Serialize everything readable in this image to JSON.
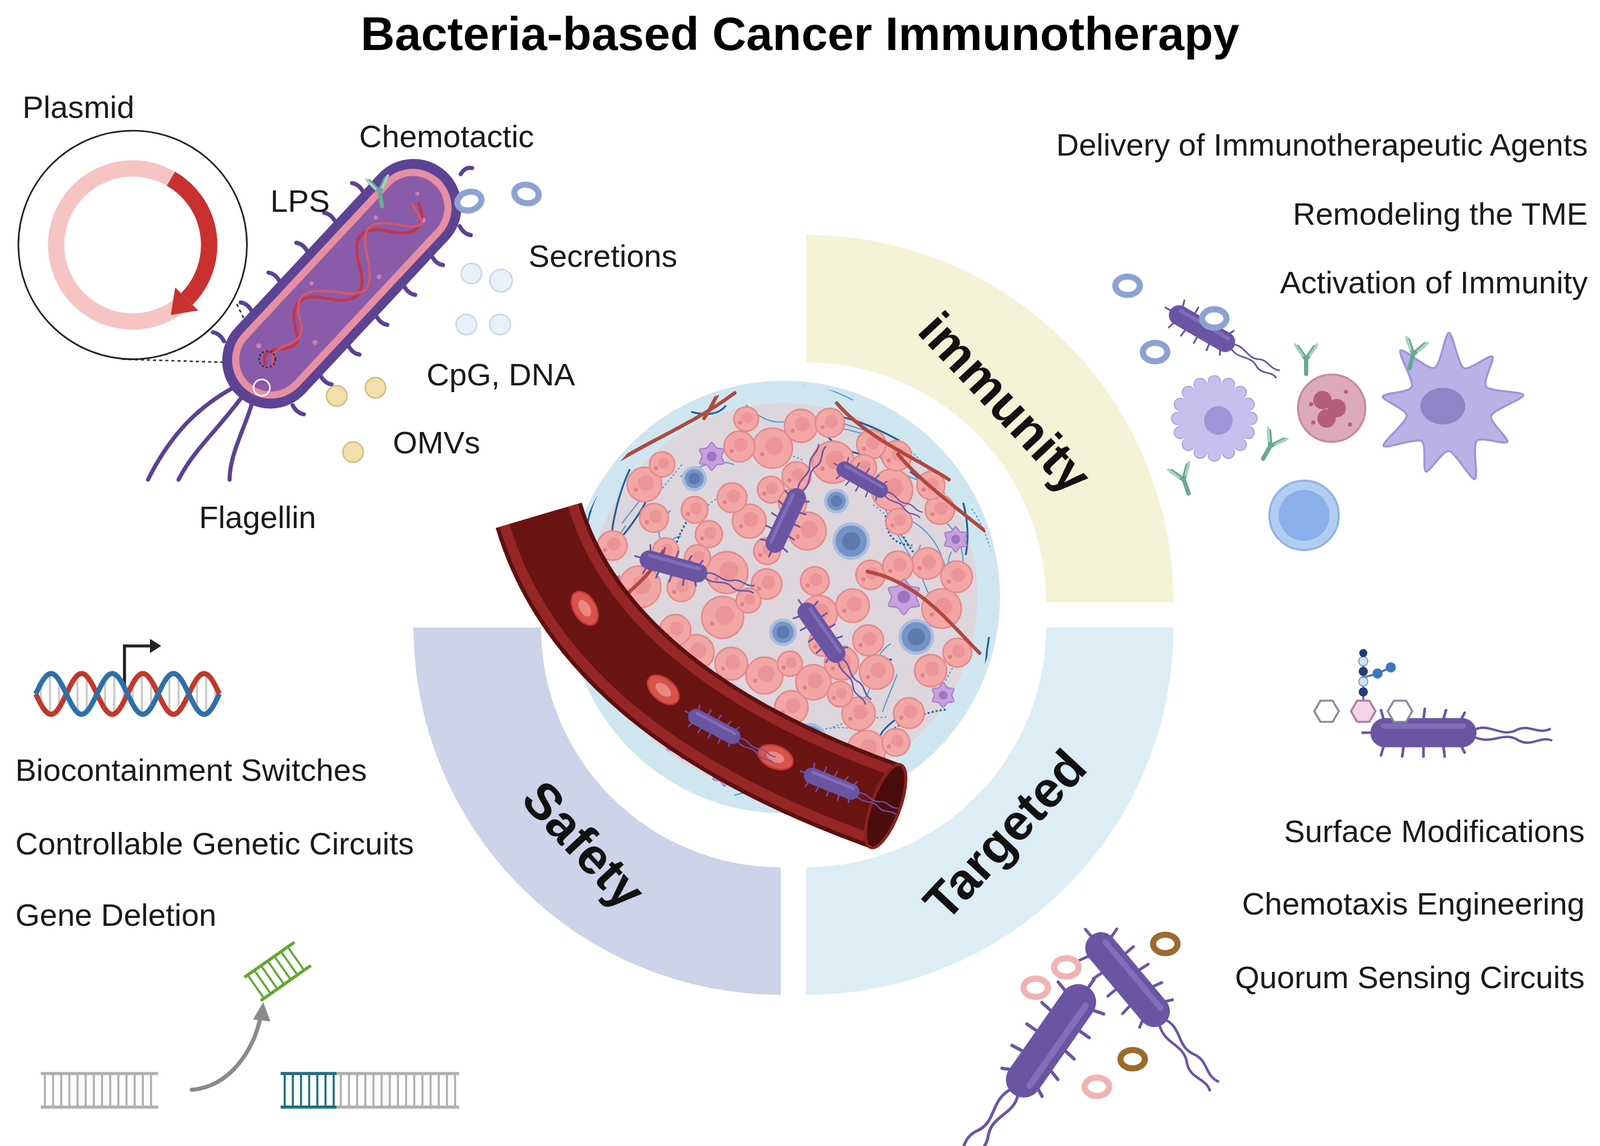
{
  "diagram": {
    "title": "Bacteria-based Cancer Immunotherapy",
    "nodes": [
      {
        "text": [
          "immunity"
        ]
      },
      {
        "text": [
          "Safety"
        ]
      },
      {
        "text": [
          "Targeted"
        ]
      }
    ],
    "labels": [
      "Plasmid",
      "Chemotactic",
      "LPS",
      "Secretions",
      "CpG, DNA",
      "OMVs",
      "Flagellin",
      "Delivery of Immunotherapeutic Agents",
      "Remodeling the TME",
      "Activation of Immunity",
      "Biocontainment Switches",
      "Controllable Genetic Circuits",
      "Gene Deletion",
      "Surface Modifications",
      "Chemotaxis Engineering",
      "Quorum Sensing Circuits"
    ]
  }
}
